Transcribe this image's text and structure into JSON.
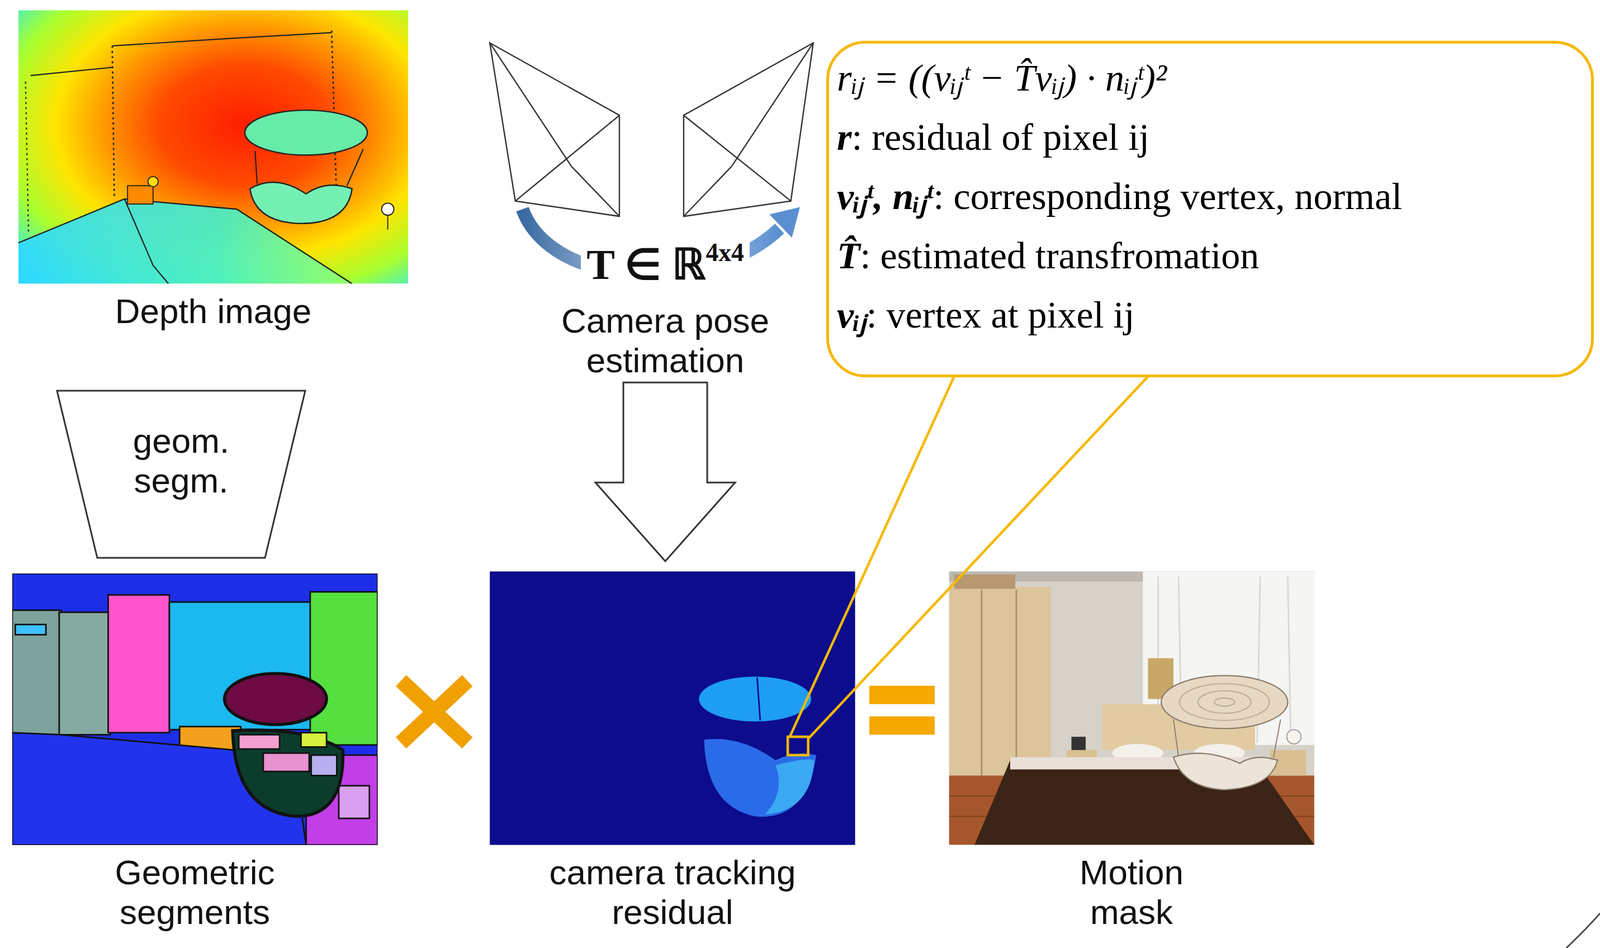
{
  "diagram": {
    "nodes": [
      {
        "text": [
          "Depth image"
        ]
      },
      {
        "text": [
          "T ∈ ℝ4x4",
          "Camera pose estimation"
        ]
      },
      {
        "text": [
          "rᵢⱼ = ((vᵢⱼᵗ − T̂vᵢⱼ) · nᵢⱼᵗ)²",
          "r: residual of pixel ij",
          "vᵢⱼᵗ, nᵢⱼᵗ: corresponding vertex, normal",
          "T̂: estimated transfromation",
          "vᵢⱼ: vertex at pixel ij"
        ]
      },
      {
        "text": [
          "geom. segm."
        ]
      },
      {
        "text": [
          "Geometric segments"
        ]
      },
      {
        "text": [
          "camera tracking residual"
        ]
      },
      {
        "text": [
          "Motion mask"
        ]
      }
    ],
    "edges": [
      {
        "from": 1,
        "to": 5,
        "arrow": "to"
      }
    ]
  }
}
